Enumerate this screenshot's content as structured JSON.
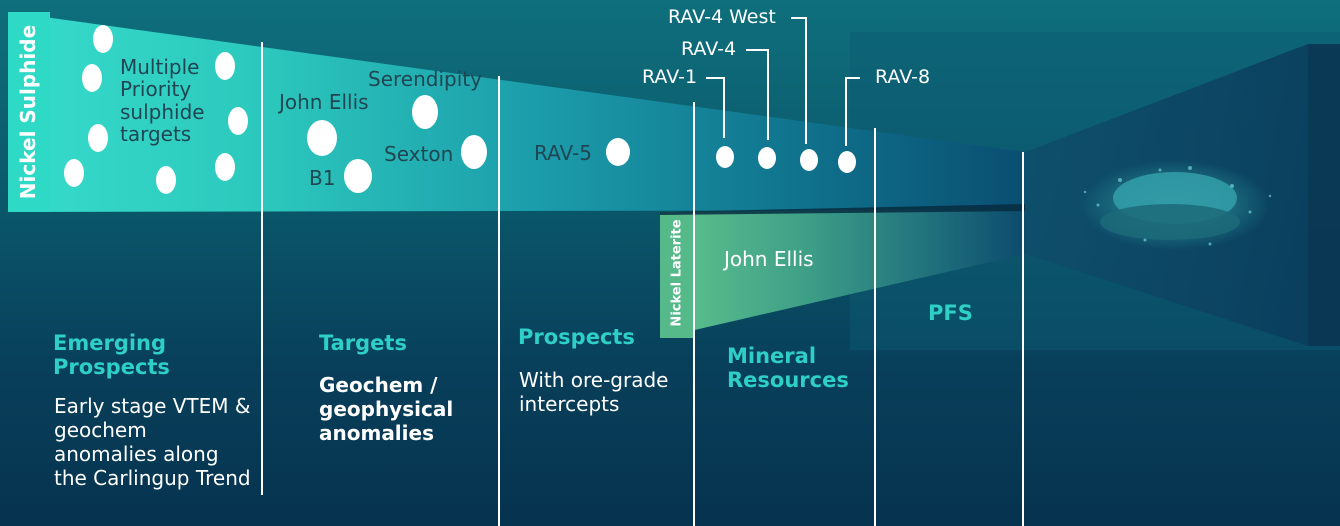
{
  "sulphide_band": {
    "label": "Nickel Sulphide",
    "emerging_text": "Multiple Priority sulphide targets",
    "targets": [
      "John Ellis",
      "Serendipity",
      "Sexton",
      "B1"
    ],
    "prospect": "RAV-5",
    "resources": [
      "RAV-1",
      "RAV-4",
      "RAV-4 West",
      "RAV-8"
    ]
  },
  "laterite_band": {
    "label": "Nickel Laterite",
    "deposit": "John Ellis"
  },
  "stages": {
    "emerging": {
      "title": "Emerging Prospects",
      "description": "Early stage VTEM & geochem anomalies along the Carlingup Trend"
    },
    "targets": {
      "title": "Targets",
      "description": "Geochem / geophysical anomalies"
    },
    "prospects": {
      "title": "Prospects",
      "description": "With ore-grade intercepts"
    },
    "mineral_resources": {
      "title": "Mineral Resources"
    },
    "pfs": {
      "title": "PFS"
    }
  },
  "colors": {
    "background_top": "#0f6f7c",
    "background_bottom": "#06334f",
    "sulphide_band": "#2ed4c3",
    "laterite_band": "#58b889",
    "stage_title": "#2ecfc5",
    "dot": "#ffffff"
  }
}
